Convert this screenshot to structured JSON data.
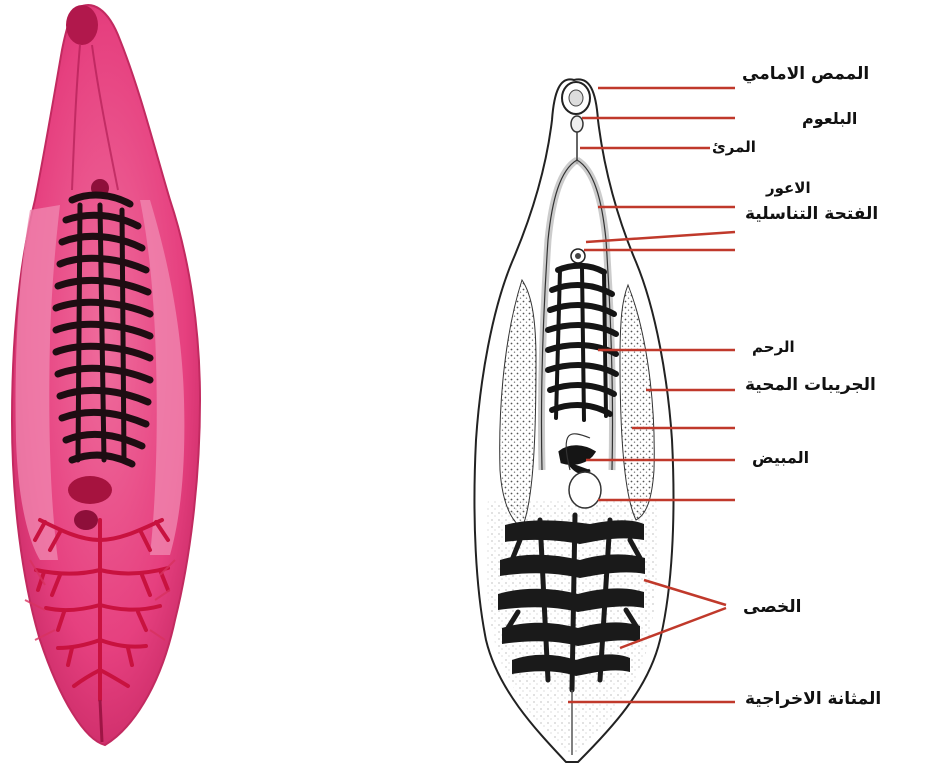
{
  "colors": {
    "specimen_fill": "#e6407f",
    "specimen_light": "#f07aa6",
    "specimen_dark": "#b11f57",
    "uterus_dark": "#1e0d12",
    "testes_red": "#c8123f",
    "pointer_line": "#c0392b",
    "ink": "#111111"
  },
  "labels": {
    "oral_sucker": "الممص الامامي",
    "pharynx": "البلعوم",
    "esophagus": "المرئ",
    "caeca": "الاعور",
    "genital_pore": "الفتحة التناسلية",
    "uterus": "الرحم",
    "vitellaria": "الجريبات المحية",
    "ovary": "المبيض",
    "testes": "الخصى",
    "excretory_bladder": "المثانة الاخراجية"
  },
  "icons": {
    "stained_specimen": "fluke-photo",
    "drawing": "fluke-line-drawing"
  }
}
